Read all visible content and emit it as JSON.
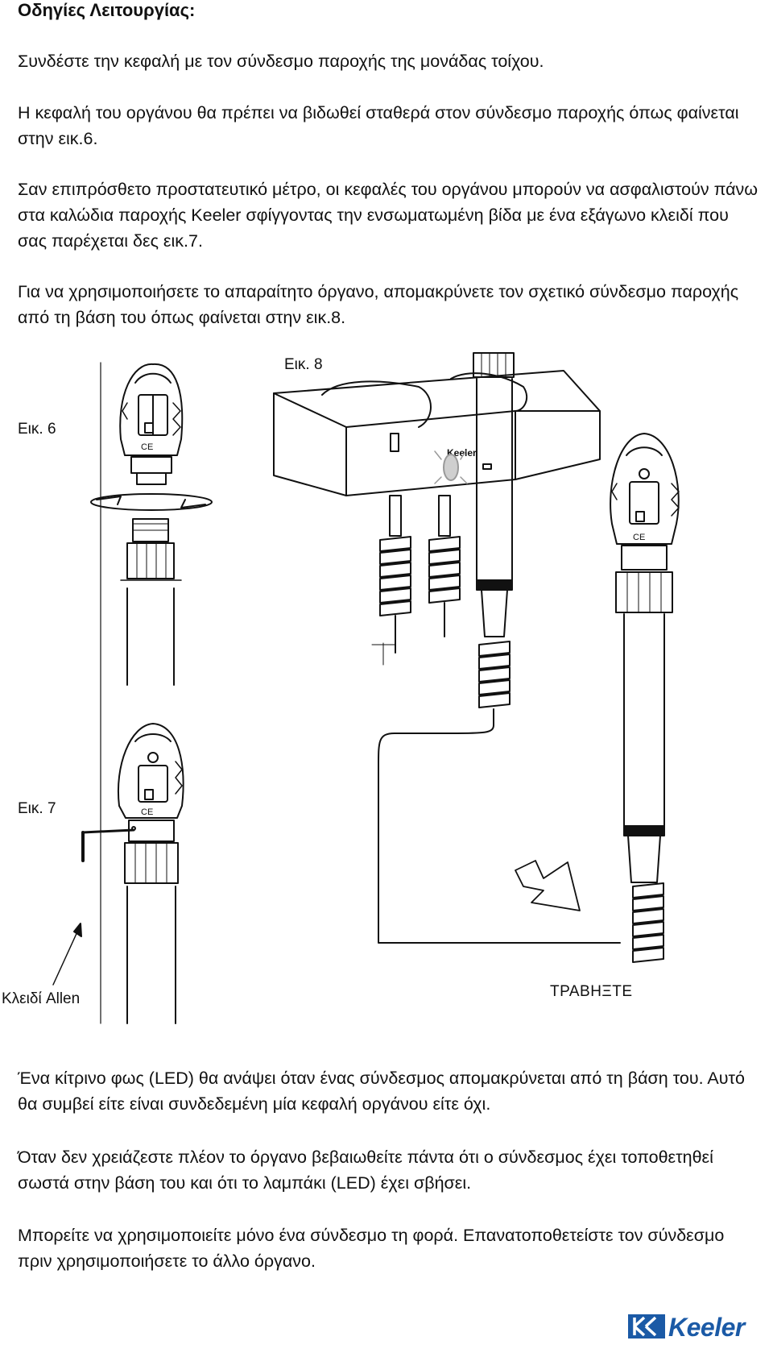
{
  "title": "Οδηγίες Λειτουργίας:",
  "paragraphs": {
    "p1": "Συνδέστε την κεφαλή με τον σύνδεσμο παροχής της μονάδας τοίχου.",
    "p2": "Η κεφαλή του οργάνου θα πρέπει να βιδωθεί σταθερά στον σύνδεσμο παροχής όπως φαίνεται στην εικ.6.",
    "p3": "Σαν επιπρόσθετο προστατευτικό μέτρο, οι κεφαλές του οργάνου μπορούν να ασφαλιστούν πάνω στα καλώδια παροχής Keeler σφίγγοντας την ενσωματωμένη βίδα με ένα εξάγωνο κλειδί που σας παρέχεται δες εικ.7.",
    "p4": "Για να χρησιμοποιήσετε το απαραίτητο όργανο, απομακρύνετε τον σχετικό σύνδεσμο παροχής από τη βάση του όπως φαίνεται στην εικ.8.",
    "p5": "Ένα κίτρινο φως (LED) θα ανάψει όταν ένας σύνδεσμος απομακρύνεται από τη βάση του. Αυτό θα συμβεί είτε είναι συνδεδεμένη μία κεφαλή οργάνου είτε όχι.",
    "p6": "Όταν δεν χρειάζεστε πλέον το όργανο βεβαιωθείτε πάντα ότι ο σύνδεσμος έχει τοποθετηθεί σωστά στην βάση του και ότι το λαμπάκι (LED) έχει σβήσει.",
    "p7": "Μπορείτε να χρησιμοποιείτε μόνο ένα σύνδεσμο τη φορά.   Επανατοποθετείστε τον σύνδεσμο πριν χρησιμοποιήσετε το άλλο όργανο."
  },
  "captions": {
    "fig8": "Εικ. 8",
    "fig6": "Εικ. 6",
    "fig7": "Εικ. 7",
    "allen_key": "Κλειδί Allen",
    "pull": "ΤΡΑΒΗΞΤΕ",
    "wall_unit_logo": "Keeler"
  },
  "logo": {
    "text": "Keeler",
    "color": "#1b5aa6"
  }
}
